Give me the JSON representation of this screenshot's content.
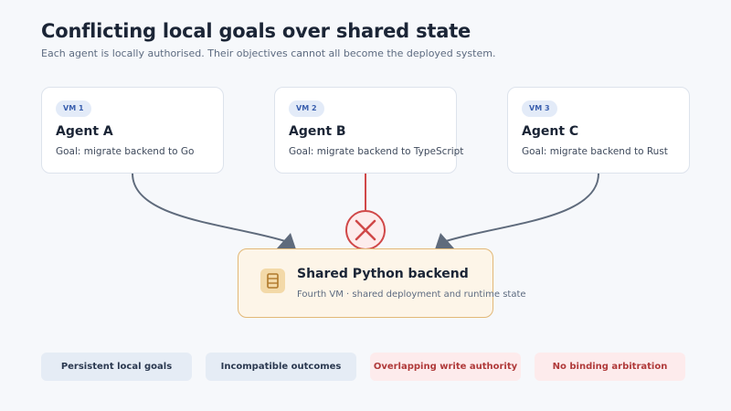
{
  "title": "Conflicting local goals over shared state",
  "subtitle": "Each agent is locally authorised. Their objectives cannot all become the deployed system.",
  "agents": [
    {
      "vm": "VM 1",
      "name": "Agent A",
      "goal": "Goal: migrate backend to Go"
    },
    {
      "vm": "VM 2",
      "name": "Agent B",
      "goal": "Goal: migrate backend to TypeScript"
    },
    {
      "vm": "VM 3",
      "name": "Agent C",
      "goal": "Goal: migrate backend to Rust"
    }
  ],
  "backend": {
    "title": "Shared Python backend",
    "subtitle": "Fourth VM · shared deployment and runtime state",
    "icon": "database-icon"
  },
  "blocked_icon": "x-circle-icon",
  "pills": [
    {
      "label": "Persistent local goals",
      "tone": "blue"
    },
    {
      "label": "Incompatible outcomes",
      "tone": "blue"
    },
    {
      "label": "Overlapping write authority",
      "tone": "red"
    },
    {
      "label": "No binding arbitration",
      "tone": "red"
    }
  ],
  "colors": {
    "connector": "#5f6b7c",
    "blocked": "#d04848",
    "backend_border": "#e2b877",
    "badge": "#3a5fae"
  }
}
